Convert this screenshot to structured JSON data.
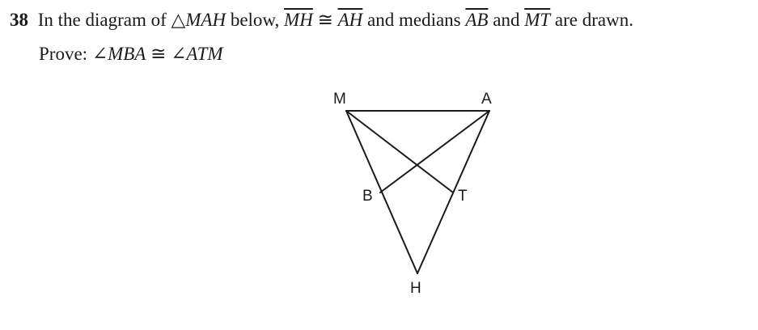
{
  "question": {
    "number": "38",
    "intro": "In the diagram of",
    "triangle_symbol": "△",
    "triangle_name": "MAH",
    "below": "below,",
    "seg1": "MH",
    "congruent": "≅",
    "seg2": "AH",
    "and_medians": "and medians",
    "seg3": "AB",
    "and": "and",
    "seg4": "MT",
    "are_drawn": "are drawn."
  },
  "prove": {
    "label": "Prove:",
    "angle_symbol": "∠",
    "angle1": "MBA",
    "congruent": "≅",
    "angle2": "ATM"
  },
  "diagram": {
    "labels": {
      "M": "M",
      "A": "A",
      "B": "B",
      "T": "T",
      "H": "H"
    }
  }
}
